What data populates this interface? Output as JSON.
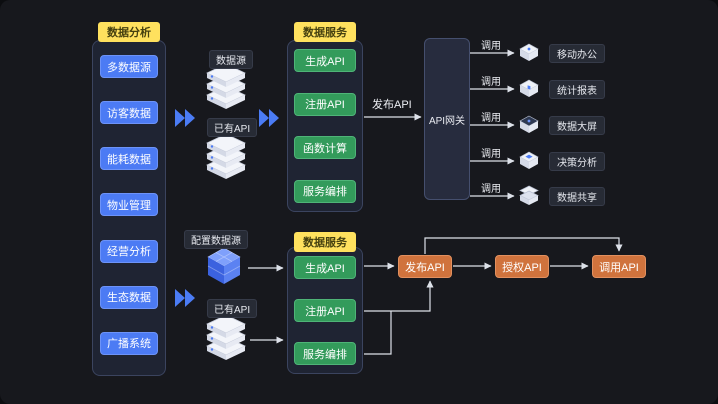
{
  "colors": {
    "background": "#17181d",
    "panel": "#1f2433",
    "tag_yellow": "#ffe15e",
    "node_blue": "#4c7bf4",
    "node_green": "#339b5b",
    "node_orange": "#d0733d",
    "wire": "#dde1e9"
  },
  "top": {
    "analysis_panel": {
      "title": "数据分析",
      "items": [
        "多数据源",
        "访客数据",
        "能耗数据",
        "物业管理",
        "经营分析",
        "生态数据",
        "广播系统"
      ]
    },
    "source_label": "数据源",
    "existing_api_label": "已有API",
    "service_panel": {
      "title": "数据服务",
      "items": [
        "生成API",
        "注册API",
        "函数计算",
        "服务编排"
      ]
    },
    "publish_label": "发布API",
    "gateway_label": "API网关",
    "invoke_label": "调用",
    "consumers": [
      "移动办公",
      "统计报表",
      "数据大屏",
      "决策分析",
      "数据共享"
    ]
  },
  "bottom": {
    "configure_label": "配置数据源",
    "existing_api_label": "已有API",
    "service_panel": {
      "title": "数据服务",
      "items": [
        "生成API",
        "注册API",
        "服务编排"
      ]
    },
    "flow": [
      "发布API",
      "授权API",
      "调用API"
    ]
  }
}
